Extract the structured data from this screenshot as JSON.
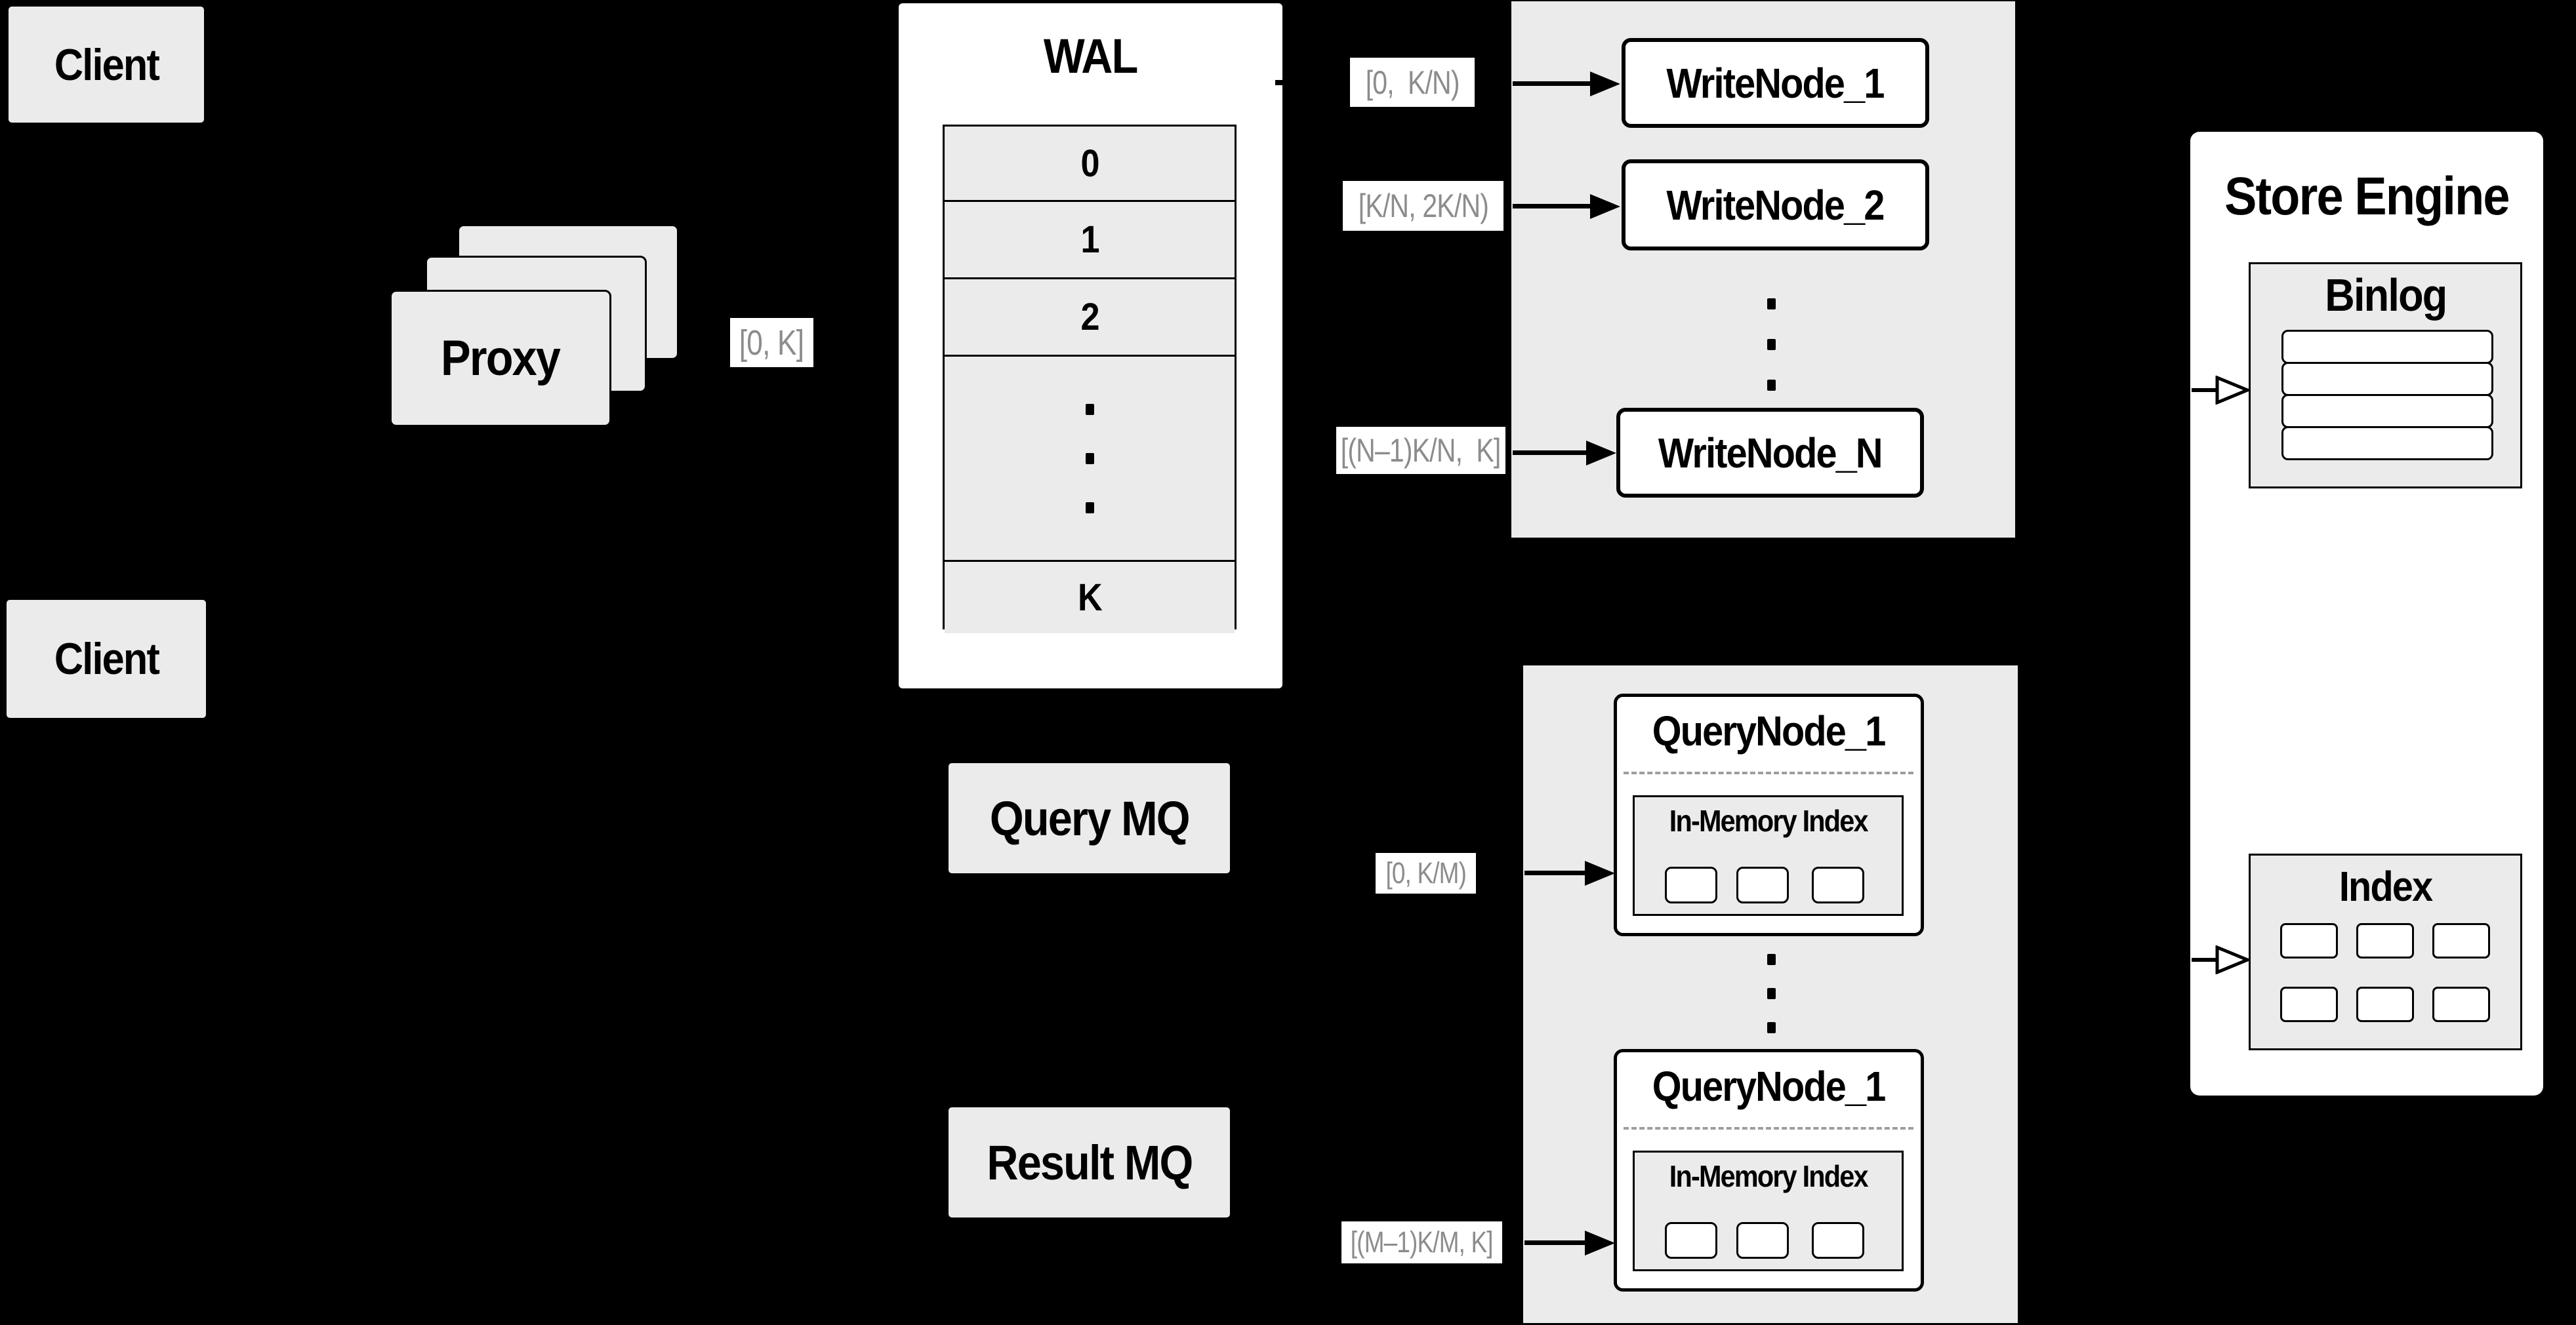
{
  "diagram": {
    "clients": {
      "top": "Client",
      "bottom": "Client"
    },
    "proxy": {
      "label": "Proxy"
    },
    "wal": {
      "title": "WAL",
      "segments": [
        "0",
        "1",
        "2"
      ],
      "last_segment": "K"
    },
    "write_group": {
      "node_1": "WriteNode_1",
      "node_2": "WriteNode_2",
      "node_n": "WriteNode_N"
    },
    "query_group": {
      "node_1_title": "QueryNode_1",
      "node_2_title": "QueryNode_1",
      "in_memory_label_1": "In-Memory Index",
      "in_memory_label_2": "In-Memory Index"
    },
    "mq": {
      "query": "Query MQ",
      "result": "Result MQ"
    },
    "store": {
      "title": "Store Engine",
      "binlog_title": "Binlog",
      "index_title": "Index"
    },
    "ranges": {
      "proxy_to_wal": "[0, K]",
      "wal_to_write_1": "[0,  K/N)",
      "wal_to_write_2": "[K/N, 2K/N)",
      "wal_to_write_n": "[(N–1)K/N,  K]",
      "mq_to_query_1": "[0, K/M)",
      "mq_to_query_m": "[(M–1)K/M, K]"
    },
    "colors": {
      "background": "#000000",
      "box_fill": "#ebebeb",
      "node_fill": "#ffffff",
      "border": "#000000",
      "range_text": "#8c8c8c"
    }
  }
}
